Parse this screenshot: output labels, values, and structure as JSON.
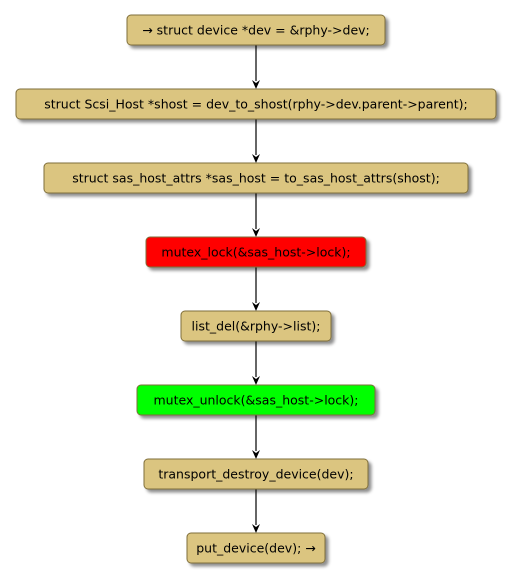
{
  "diagram": {
    "type": "flowchart",
    "nodes": [
      {
        "id": "n1",
        "label": "→ struct device *dev = &rphy->dev;",
        "fill": "#dbc580"
      },
      {
        "id": "n2",
        "label": "struct Scsi_Host *shost = dev_to_shost(rphy->dev.parent->parent);",
        "fill": "#dbc580"
      },
      {
        "id": "n3",
        "label": "struct sas_host_attrs *sas_host = to_sas_host_attrs(shost);",
        "fill": "#dbc580"
      },
      {
        "id": "n4",
        "label": "mutex_lock(&sas_host->lock);",
        "fill": "#ff0000"
      },
      {
        "id": "n5",
        "label": "list_del(&rphy->list);",
        "fill": "#dbc580"
      },
      {
        "id": "n6",
        "label": "mutex_unlock(&sas_host->lock);",
        "fill": "#00ff00"
      },
      {
        "id": "n7",
        "label": "transport_destroy_device(dev);",
        "fill": "#dbc580"
      },
      {
        "id": "n8",
        "label": "put_device(dev); →",
        "fill": "#dbc580"
      }
    ],
    "edges": [
      {
        "from": "n1",
        "to": "n2"
      },
      {
        "from": "n2",
        "to": "n3"
      },
      {
        "from": "n3",
        "to": "n4"
      },
      {
        "from": "n4",
        "to": "n5"
      },
      {
        "from": "n5",
        "to": "n6"
      },
      {
        "from": "n6",
        "to": "n7"
      },
      {
        "from": "n7",
        "to": "n8"
      }
    ],
    "colors": {
      "default_node": "#dbc580",
      "node_border": "#7f6e3a",
      "shadow": "#8f8f8f",
      "edge": "#000000",
      "background": "#ffffff"
    }
  }
}
